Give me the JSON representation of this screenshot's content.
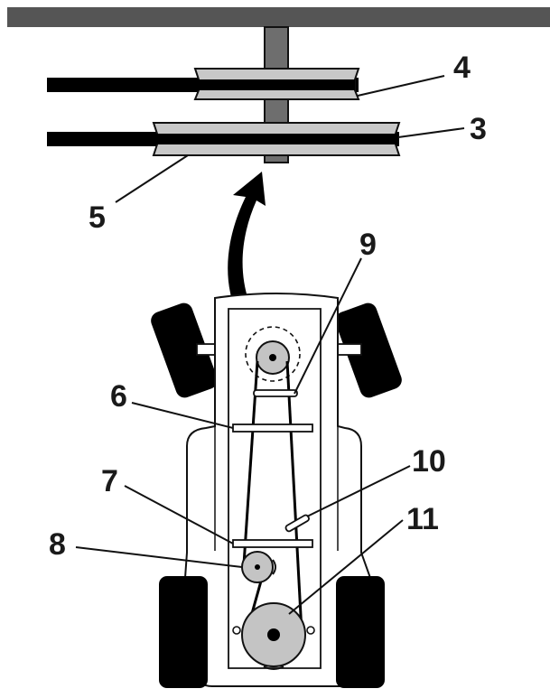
{
  "callouts": {
    "c3": "3",
    "c4": "4",
    "c5": "5",
    "c6": "6",
    "c7": "7",
    "c8": "8",
    "c9": "9",
    "c10": "10",
    "c11": "11"
  },
  "colors": {
    "ink": "#111111",
    "top_bar": "#555555",
    "pulley_fill": "#c4c4c4",
    "belt_fill": "#c8c8c8",
    "background": "#ffffff"
  }
}
